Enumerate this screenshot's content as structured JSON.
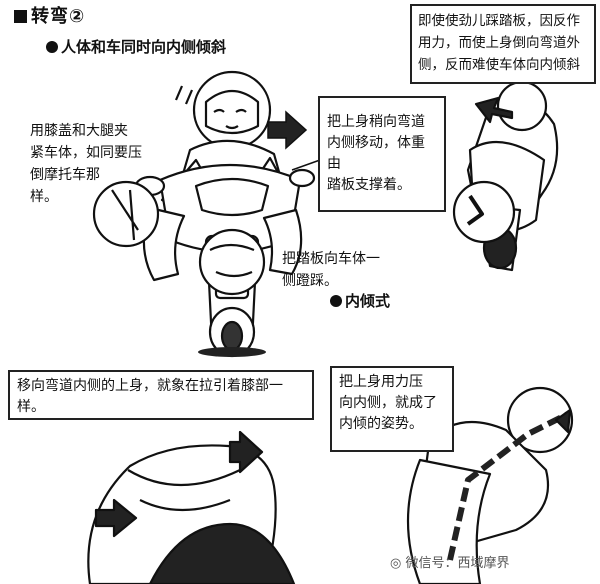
{
  "heading": "转弯②",
  "subheading_1": "人体和车同时向内侧倾斜",
  "subheading_2": "内倾式",
  "captions": {
    "knee": [
      "用膝盖和大腿夹",
      "紧车体，如同要压",
      "倒摩托车那",
      "样。"
    ],
    "upper_body": [
      "把上身稍向弯道",
      "内侧移动，体重由",
      "踏板支撑着。"
    ],
    "peg": [
      "把踏板向车体一",
      "侧蹬踩。"
    ],
    "top_right": [
      "即使使劲儿踩踏板，因反作",
      "用力，而使上身倒向弯道外",
      "侧，反而难使车体向内倾斜"
    ],
    "bottom_left": [
      "移向弯道内侧的上身，就象在拉引着膝部一",
      "样。"
    ],
    "bottom_right": [
      "把上身用力压",
      "向内侧，就成了",
      "内倾的姿势。"
    ]
  },
  "watermark": "微信号：西域摩界"
}
